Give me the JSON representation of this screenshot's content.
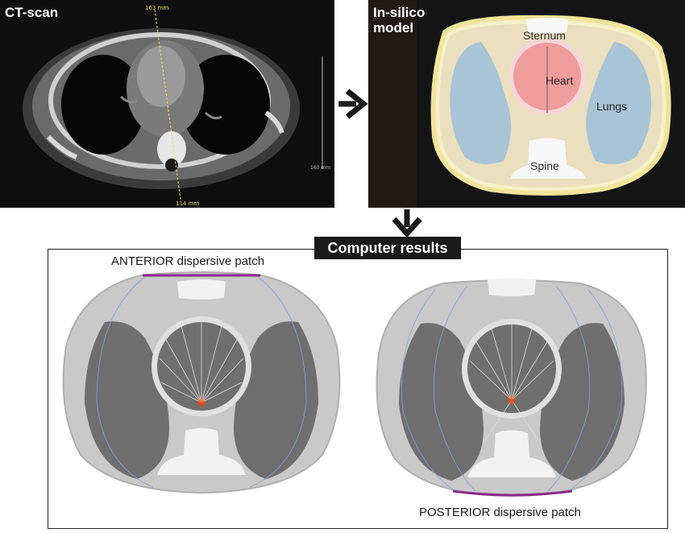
{
  "ct_panel": {
    "title": "CT-scan",
    "measure_top": "163 mm",
    "measure_bottom": "114 mm",
    "measure_side": "160 mm"
  },
  "model_panel": {
    "title": "In-silico model",
    "labels": {
      "sternum": "Sternum",
      "heart": "Heart",
      "lungs": "Lungs",
      "spine": "Spine"
    }
  },
  "results": {
    "title": "Computer results",
    "anterior_label": "ANTERIOR dispersive patch",
    "posterior_label": "POSTERIOR dispersive patch"
  },
  "colors": {
    "fat": "#f3e6b8",
    "lung": "#a9c4d6",
    "heart": "#ef9c9c",
    "bone": "#f2f2f2",
    "patch": "#8a2a8a",
    "tissue_grey": "#c7c7c7",
    "lung_grey": "#6f6f6f",
    "field_line": "#8aa0d8"
  }
}
